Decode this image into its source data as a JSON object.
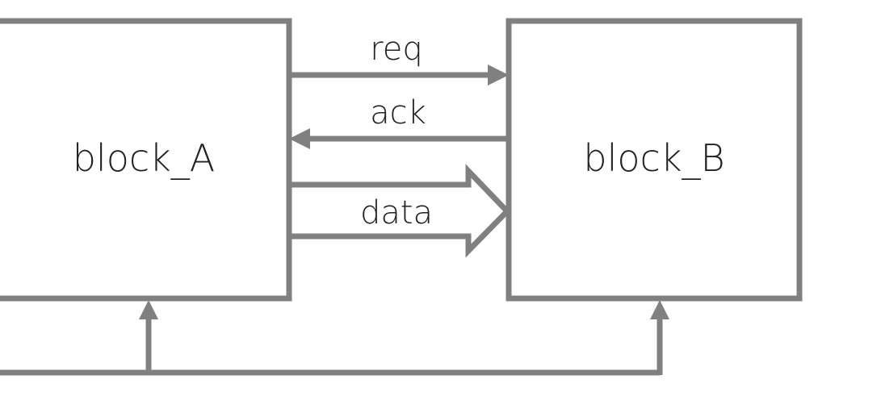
{
  "blocks": {
    "a": {
      "label": "block_A"
    },
    "b": {
      "label": "block_B"
    }
  },
  "signals": {
    "req": {
      "label": "req",
      "direction": "A to B"
    },
    "ack": {
      "label": "ack",
      "direction": "B to A"
    },
    "data": {
      "label": "data",
      "direction": "A to B",
      "style": "bus"
    }
  },
  "colors": {
    "line": "#808080",
    "text": "#222222",
    "background": "#ffffff"
  }
}
